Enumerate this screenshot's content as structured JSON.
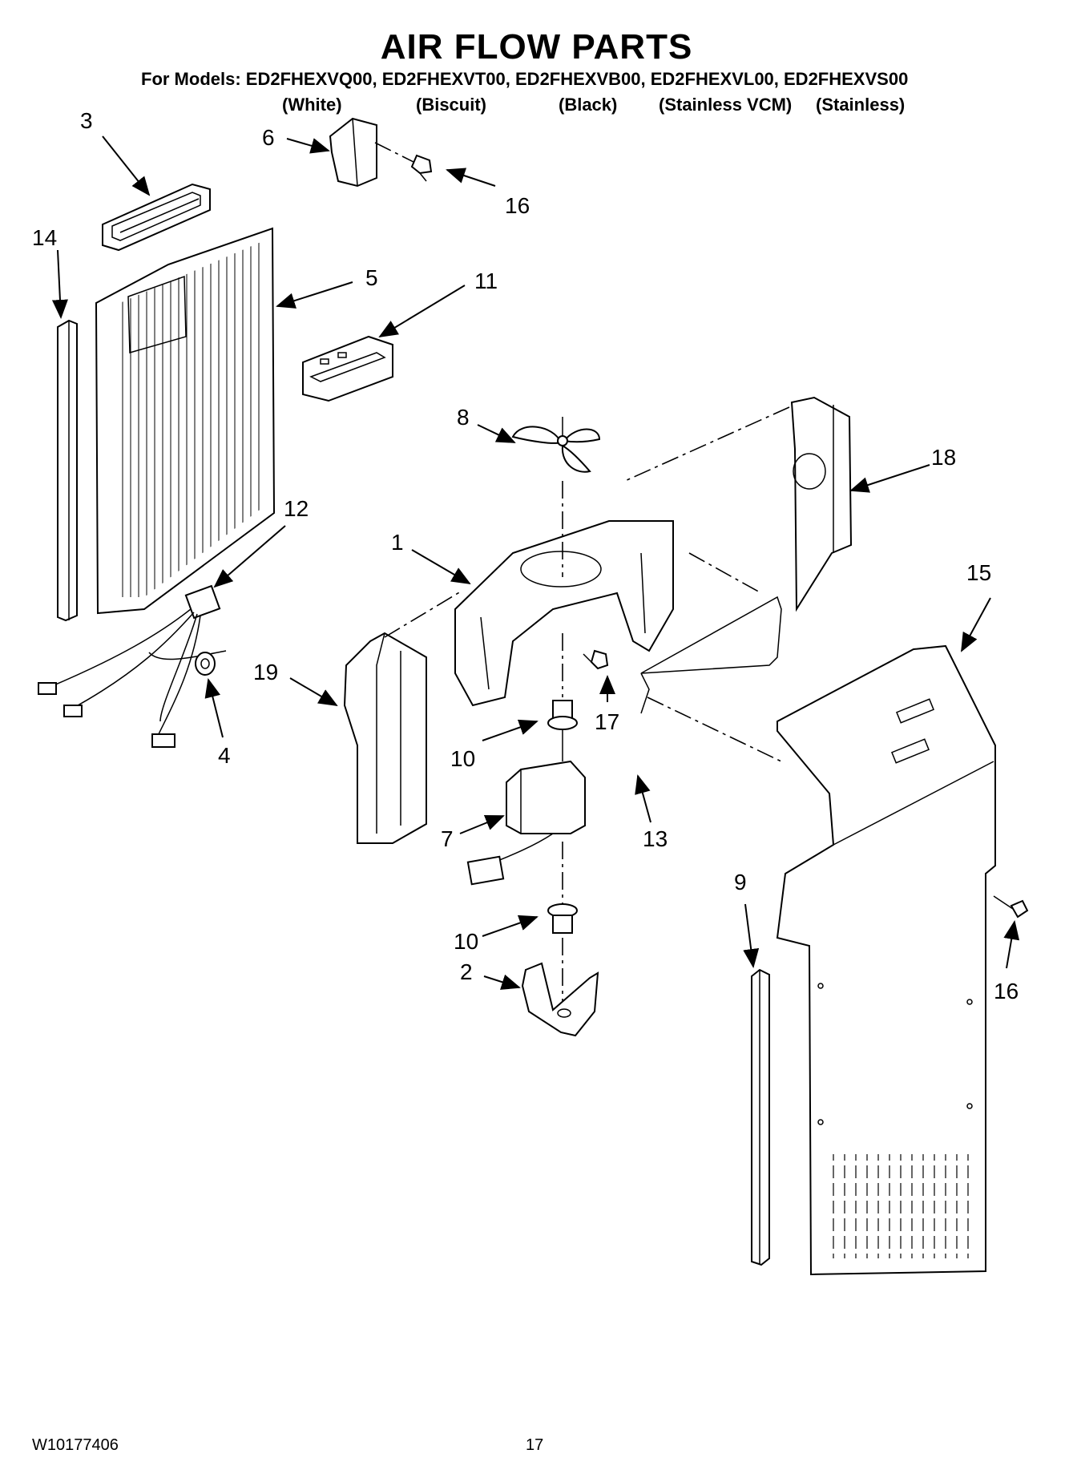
{
  "header": {
    "title": "AIR FLOW PARTS",
    "models_line": "For Models: ED2FHEXVQ00, ED2FHEXVT00, ED2FHEXVB00, ED2FHEXVL00, ED2FHEXVS00",
    "finishes": [
      "(White)",
      "(Biscuit)",
      "(Black)",
      "(Stainless VCM)",
      "(Stainless)"
    ]
  },
  "callouts": {
    "c1": "1",
    "c2": "2",
    "c3": "3",
    "c4": "4",
    "c5": "5",
    "c6": "6",
    "c7": "7",
    "c8": "8",
    "c9": "9",
    "c10a": "10",
    "c10b": "10",
    "c11": "11",
    "c12": "12",
    "c13": "13",
    "c14": "14",
    "c15": "15",
    "c16a": "16",
    "c16b": "16",
    "c17": "17",
    "c18": "18",
    "c19": "19"
  },
  "footer": {
    "doc_number": "W10177406",
    "page_number": "17"
  }
}
